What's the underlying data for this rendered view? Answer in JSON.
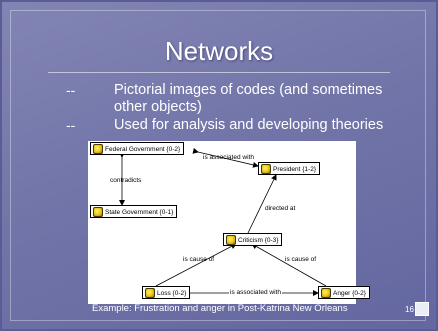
{
  "slide": {
    "title": "Networks",
    "bullets": [
      {
        "dash": "--",
        "lines": [
          "Pictorial images of codes (and sometimes",
          "other objects)"
        ]
      },
      {
        "dash": "--",
        "lines": [
          "Used for analysis and developing theories"
        ]
      }
    ],
    "caption": "Example: Frustration and anger in Post-Katrina New Orleans",
    "page_number": "16"
  },
  "network": {
    "nodes": [
      {
        "id": "federal",
        "label": "Federal Government {0-2}"
      },
      {
        "id": "president",
        "label": "President {1-2}"
      },
      {
        "id": "state",
        "label": "State Government {0-1}"
      },
      {
        "id": "criticism",
        "label": "Criticism {0-3}"
      },
      {
        "id": "loss",
        "label": "Loss {0-2}"
      },
      {
        "id": "anger",
        "label": "Anger {0-2}"
      }
    ],
    "edges": [
      {
        "from": "federal",
        "to": "president",
        "label": "is associated with"
      },
      {
        "from": "federal",
        "to": "state",
        "label": "contradicts"
      },
      {
        "from": "criticism",
        "to": "president",
        "label": "directed at"
      },
      {
        "from": "loss",
        "to": "criticism",
        "label": "is cause of"
      },
      {
        "from": "anger",
        "to": "criticism",
        "label": "is cause of"
      },
      {
        "from": "loss",
        "to": "anger",
        "label": "is associated with"
      }
    ]
  }
}
